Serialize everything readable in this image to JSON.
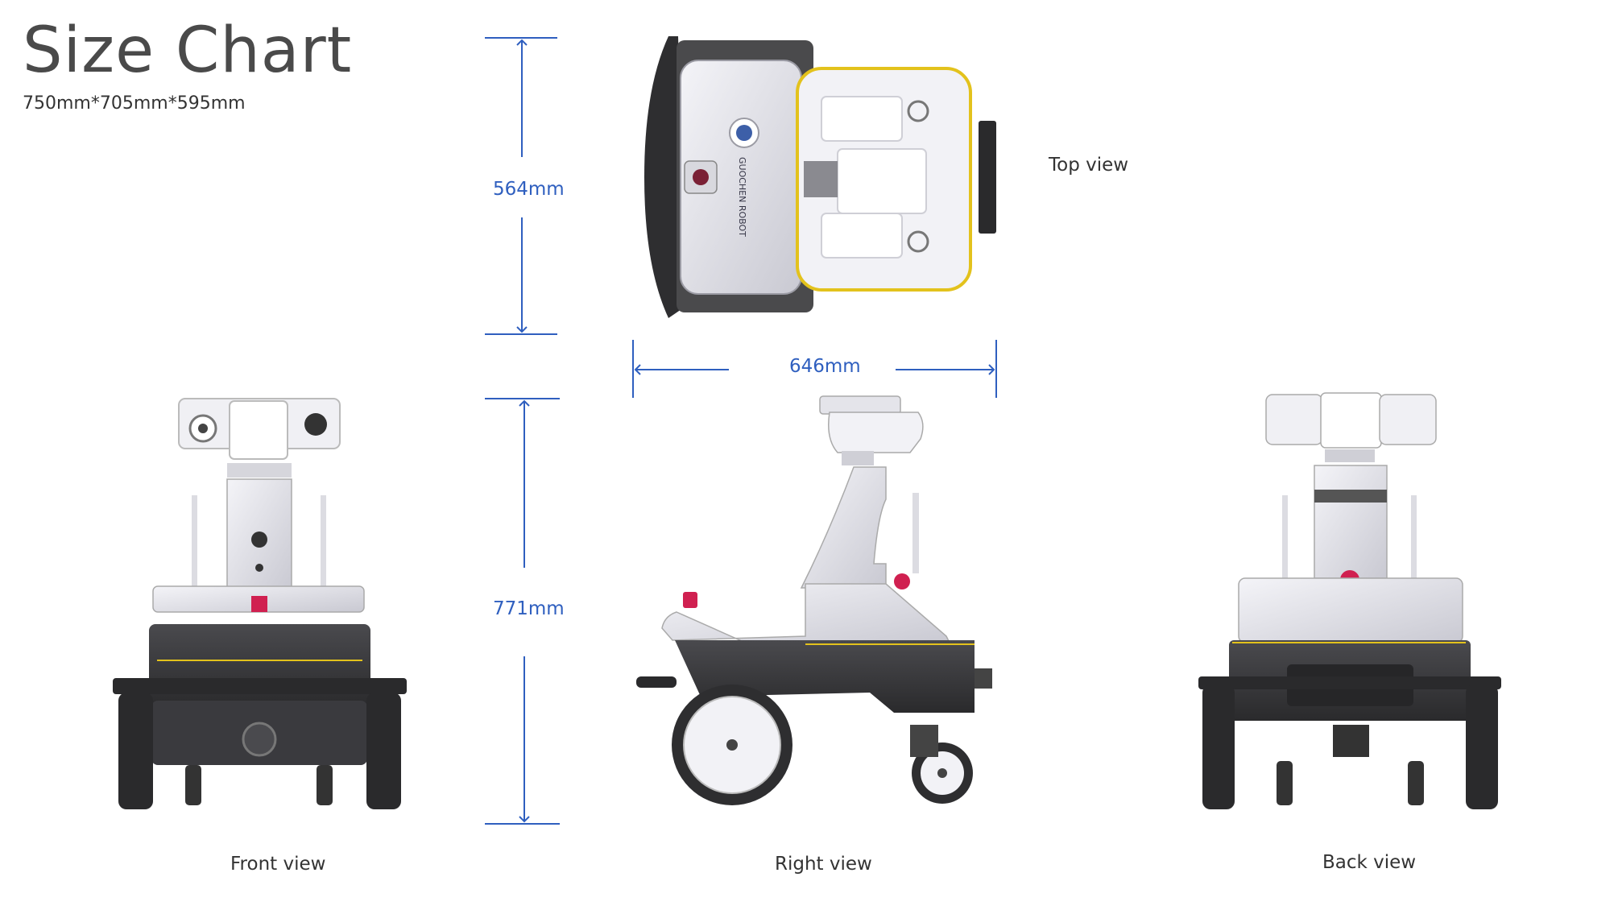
{
  "title": "Size Chart",
  "subtitle": "750mm*705mm*595mm",
  "dimensions": {
    "top_depth": "564mm",
    "width": "646mm",
    "height": "771mm"
  },
  "views": {
    "top": "Top view",
    "front": "Front view",
    "right": "Right view",
    "back": "Back view"
  },
  "logo": {
    "text": "GUOCHEN ROBOT"
  },
  "colors": {
    "dimension_line": "#2f5fbf",
    "body_silver": "#e8e8ee",
    "body_dark": "#3a3a3a",
    "accent_yellow": "#e3c21c",
    "accent_red": "#d02050"
  }
}
